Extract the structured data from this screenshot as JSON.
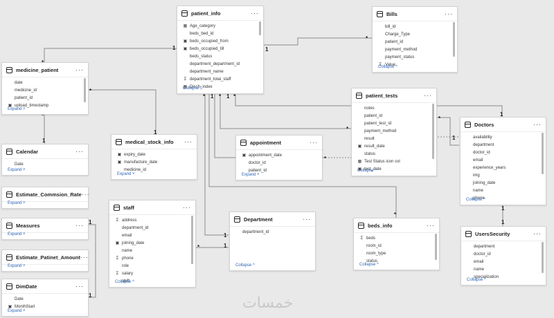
{
  "tables": {
    "patient_info": {
      "title": "patient_info",
      "fields": [
        {
          "name": "Age_category",
          "icon": "calc"
        },
        {
          "name": "beds_bed_id",
          "icon": ""
        },
        {
          "name": "beds_occupied_from",
          "icon": "calendar"
        },
        {
          "name": "beds_occupied_till",
          "icon": "calendar"
        },
        {
          "name": "beds_status",
          "icon": ""
        },
        {
          "name": "department_department_id",
          "icon": ""
        },
        {
          "name": "department_name",
          "icon": ""
        },
        {
          "name": "department_total_staff",
          "icon": "sigma"
        },
        {
          "name": "Disch_index",
          "icon": "calc"
        }
      ],
      "footer": "Collapse ^"
    },
    "bills": {
      "title": "Bills",
      "fields": [
        {
          "name": "bill_id",
          "icon": ""
        },
        {
          "name": "Charge_Type",
          "icon": ""
        },
        {
          "name": "patient_id",
          "icon": ""
        },
        {
          "name": "payment_method",
          "icon": ""
        },
        {
          "name": "payment_status",
          "icon": ""
        },
        {
          "name": "Value",
          "icon": "sigma"
        }
      ],
      "footer": "Collapse ^"
    },
    "medicine_patient": {
      "title": "medicine_patient",
      "fields": [
        {
          "name": "date",
          "icon": ""
        },
        {
          "name": "medicine_id",
          "icon": ""
        },
        {
          "name": "patient_id",
          "icon": ""
        },
        {
          "name": "upload_timestamp",
          "icon": "calendar"
        }
      ],
      "footer": "Expand ˅"
    },
    "patient_tests": {
      "title": "patient_tests",
      "fields": [
        {
          "name": "notes",
          "icon": ""
        },
        {
          "name": "patient_id",
          "icon": ""
        },
        {
          "name": "patient_test_id",
          "icon": ""
        },
        {
          "name": "payment_method",
          "icon": ""
        },
        {
          "name": "result",
          "icon": ""
        },
        {
          "name": "result_date",
          "icon": "calendar"
        },
        {
          "name": "status",
          "icon": ""
        },
        {
          "name": "Test Status icon col",
          "icon": "calc"
        },
        {
          "name": "test_date",
          "icon": "calendar"
        }
      ],
      "footer": "Collapse ^"
    },
    "doctors": {
      "title": "Doctors",
      "fields": [
        {
          "name": "availability",
          "icon": ""
        },
        {
          "name": "department",
          "icon": ""
        },
        {
          "name": "doctor_id",
          "icon": ""
        },
        {
          "name": "email",
          "icon": ""
        },
        {
          "name": "experience_years",
          "icon": ""
        },
        {
          "name": "img",
          "icon": ""
        },
        {
          "name": "joining_date",
          "icon": ""
        },
        {
          "name": "name",
          "icon": ""
        },
        {
          "name": "phone",
          "icon": ""
        }
      ],
      "footer": "Collapse ^"
    },
    "calendar": {
      "title": "Calendar",
      "fields": [
        {
          "name": "Date",
          "icon": ""
        }
      ],
      "footer": "Expand ˅"
    },
    "medical_stock_info": {
      "title": "medical_stock_info",
      "fields": [
        {
          "name": "expiry_date",
          "icon": "calendar"
        },
        {
          "name": "manufacture_date",
          "icon": "calendar"
        },
        {
          "name": "medicine_id",
          "icon": ""
        }
      ],
      "footer": "Expand ˅"
    },
    "appointment": {
      "title": "appointment",
      "fields": [
        {
          "name": "appointment_date",
          "icon": "calendar"
        },
        {
          "name": "doctor_id",
          "icon": ""
        },
        {
          "name": "patient_id",
          "icon": ""
        }
      ],
      "footer": "Expand ˅"
    },
    "estimate_commission_rate": {
      "title": "Estimate_Commsion_Rate",
      "fields": [],
      "footer": "Expand ˅"
    },
    "measures": {
      "title": "Measures",
      "fields": [],
      "footer": "Expand ˅"
    },
    "staff": {
      "title": "staff",
      "fields": [
        {
          "name": "address",
          "icon": "sigma"
        },
        {
          "name": "department_id",
          "icon": ""
        },
        {
          "name": "email",
          "icon": ""
        },
        {
          "name": "joining_date",
          "icon": "calendar"
        },
        {
          "name": "name",
          "icon": ""
        },
        {
          "name": "phone",
          "icon": "sigma"
        },
        {
          "name": "role",
          "icon": ""
        },
        {
          "name": "salary",
          "icon": "sigma"
        },
        {
          "name": "shift",
          "icon": ""
        }
      ],
      "footer": "Collapse ^"
    },
    "department": {
      "title": "Department",
      "fields": [
        {
          "name": "department_id",
          "icon": ""
        }
      ],
      "footer": "Collapse ^"
    },
    "beds_info": {
      "title": "beds_info",
      "fields": [
        {
          "name": "beds",
          "icon": "sigma"
        },
        {
          "name": "room_id",
          "icon": ""
        },
        {
          "name": "room_type",
          "icon": ""
        },
        {
          "name": "status",
          "icon": ""
        }
      ],
      "footer": "Collapse ^"
    },
    "users_security": {
      "title": "UsersSecurity",
      "fields": [
        {
          "name": "department",
          "icon": ""
        },
        {
          "name": "doctor_id",
          "icon": ""
        },
        {
          "name": "email",
          "icon": ""
        },
        {
          "name": "name",
          "icon": ""
        },
        {
          "name": "specialization",
          "icon": ""
        }
      ],
      "footer": "Collapse ^"
    },
    "estimate_patient_amount": {
      "title": "Estimate_Patinet_Amount",
      "fields": [],
      "footer": "Expand ˅"
    },
    "dimdate": {
      "title": "DimDate",
      "fields": [
        {
          "name": "Date",
          "icon": ""
        },
        {
          "name": "MonthStart",
          "icon": "calendar"
        }
      ],
      "footer": "Expand ˅"
    }
  },
  "icons": {
    "calc": "▦",
    "calendar": "▣",
    "sigma": "Σ"
  },
  "watermark": "خمسات"
}
